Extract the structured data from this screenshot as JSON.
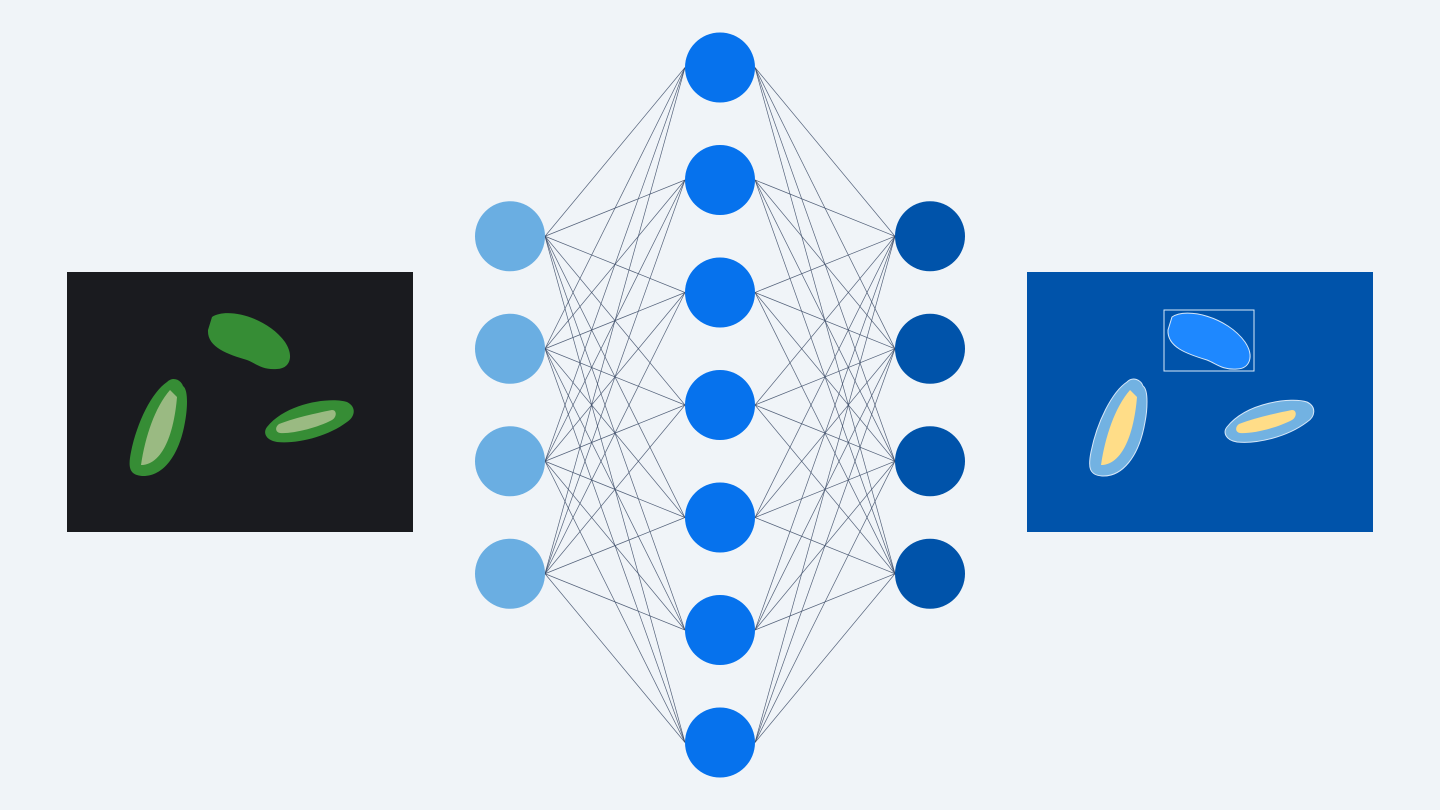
{
  "colors": {
    "background": "#f0f4f8",
    "input_node": "#6aaee2",
    "hidden_node": "#0672ed",
    "output_node": "#0053aa",
    "edge": "#3a4a66",
    "input_image_bg": "#1a1b1f",
    "grain_green": "#368d35",
    "grain_green_light": "#9aba82",
    "output_image_bg": "#0053aa",
    "segment_blue": "#1e88ff",
    "segment_light_blue": "#72b2e2",
    "segment_yellow": "#ffdd88",
    "outline": "#d8e8f8"
  },
  "network": {
    "layers": [
      {
        "name": "input",
        "nodes": 4
      },
      {
        "name": "hidden",
        "nodes": 7
      },
      {
        "name": "output",
        "nodes": 4
      }
    ]
  },
  "panels": {
    "input_image": {
      "description_icon": "rice-grains-image"
    },
    "output_image": {
      "description_icon": "segmented-grains-image"
    }
  }
}
